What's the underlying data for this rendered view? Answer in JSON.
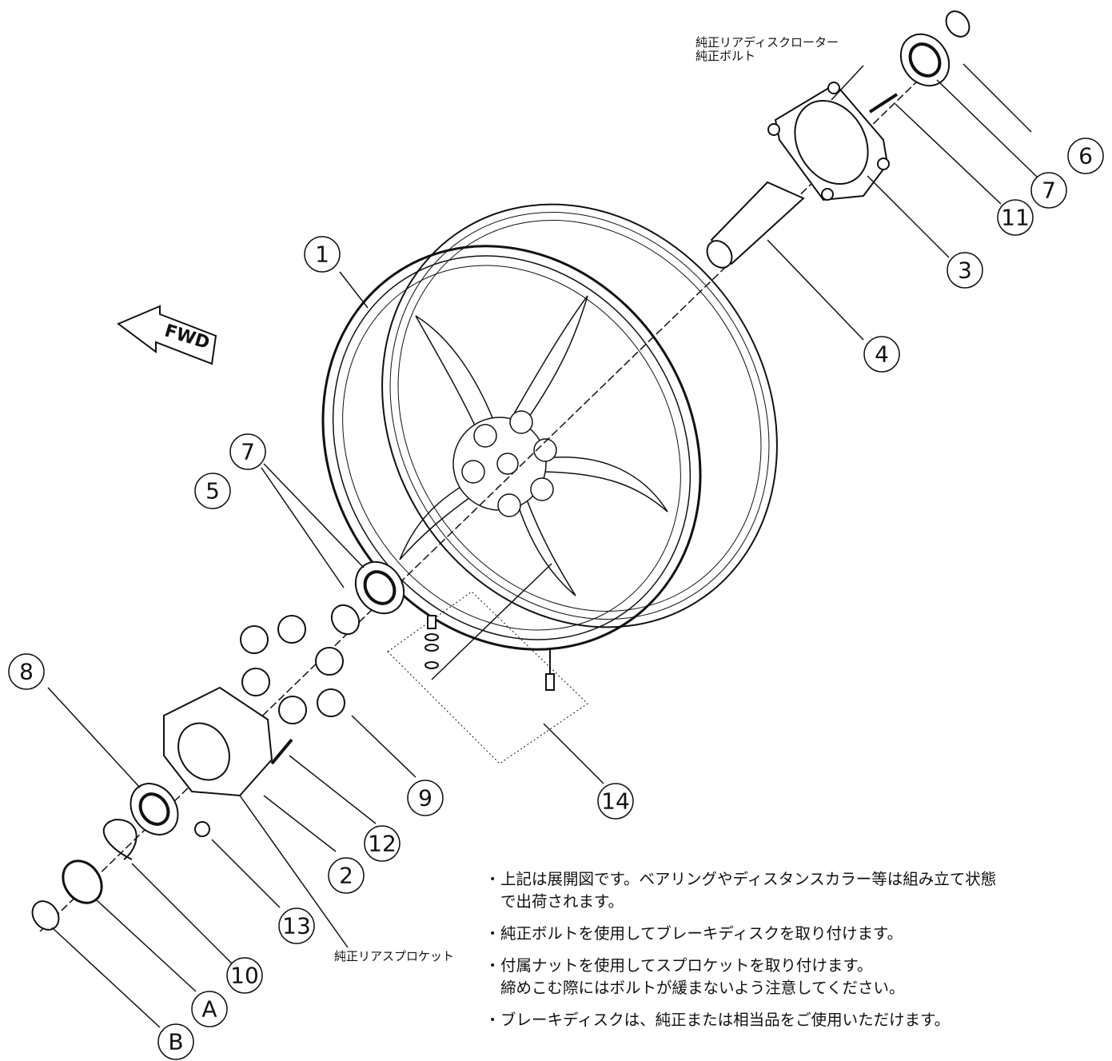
{
  "callouts": [
    {
      "key": "c1",
      "label": "1"
    },
    {
      "key": "c2",
      "label": "2"
    },
    {
      "key": "c3",
      "label": "3"
    },
    {
      "key": "c4",
      "label": "4"
    },
    {
      "key": "c5",
      "label": "5"
    },
    {
      "key": "c6",
      "label": "6"
    },
    {
      "key": "c7a",
      "label": "7"
    },
    {
      "key": "c7b",
      "label": "7"
    },
    {
      "key": "c8",
      "label": "8"
    },
    {
      "key": "c9",
      "label": "9"
    },
    {
      "key": "c10",
      "label": "10"
    },
    {
      "key": "c11",
      "label": "11"
    },
    {
      "key": "c12",
      "label": "12"
    },
    {
      "key": "c13",
      "label": "13"
    },
    {
      "key": "c14",
      "label": "14"
    },
    {
      "key": "cA",
      "label": "A"
    },
    {
      "key": "cB",
      "label": "B"
    }
  ],
  "labels": {
    "rotor_line1": "純正リアディスクローター",
    "rotor_line2": "純正ボルト",
    "sprocket": "純正リアスプロケット",
    "fwd": "FWD"
  },
  "notes": [
    "上記は展開図です。ベアリングやディスタンスカラー等は組み立て状態\nで出荷されます。",
    "純正ボルトを使用してブレーキディスクを取り付けます。",
    "付属ナットを使用してスプロケットを取り付けます。\n締めこむ際にはボルトが緩まないよう注意してください。",
    "ブレーキディスクは、純正または相当品をご使用いただけます。"
  ]
}
